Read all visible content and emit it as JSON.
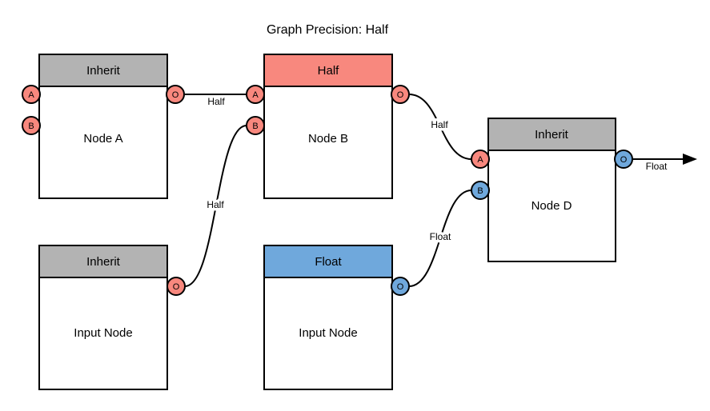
{
  "title": "Graph Precision: Half",
  "colors": {
    "half": "#F8887E",
    "float": "#6FA8DC",
    "inherit": "#B3B3B3",
    "node_fill": "#FFFFFF",
    "line": "#000000",
    "background": "#FFFFFF"
  },
  "nodes": {
    "node_a": {
      "precision": "Inherit",
      "name": "Node A",
      "ports": {
        "a": "A",
        "b": "B",
        "out": "O"
      }
    },
    "node_b": {
      "precision": "Half",
      "name": "Node B",
      "ports": {
        "a": "A",
        "b": "B",
        "out": "O"
      }
    },
    "node_d": {
      "precision": "Inherit",
      "name": "Node D",
      "ports": {
        "a": "A",
        "b": "B",
        "out": "O"
      }
    },
    "input_node_left": {
      "precision": "Inherit",
      "name": "Input Node",
      "ports": {
        "out": "O"
      }
    },
    "input_node_middle": {
      "precision": "Float",
      "name": "Input Node",
      "ports": {
        "out": "O"
      }
    }
  },
  "edges": {
    "node_a_out_to_node_b_a": {
      "label": "Half"
    },
    "input_left_out_to_node_b_b": {
      "label": "Half"
    },
    "node_b_out_to_node_d_a": {
      "label": "Half"
    },
    "input_middle_out_to_node_d_b": {
      "label": "Float"
    },
    "node_d_out": {
      "label": "Float"
    }
  }
}
